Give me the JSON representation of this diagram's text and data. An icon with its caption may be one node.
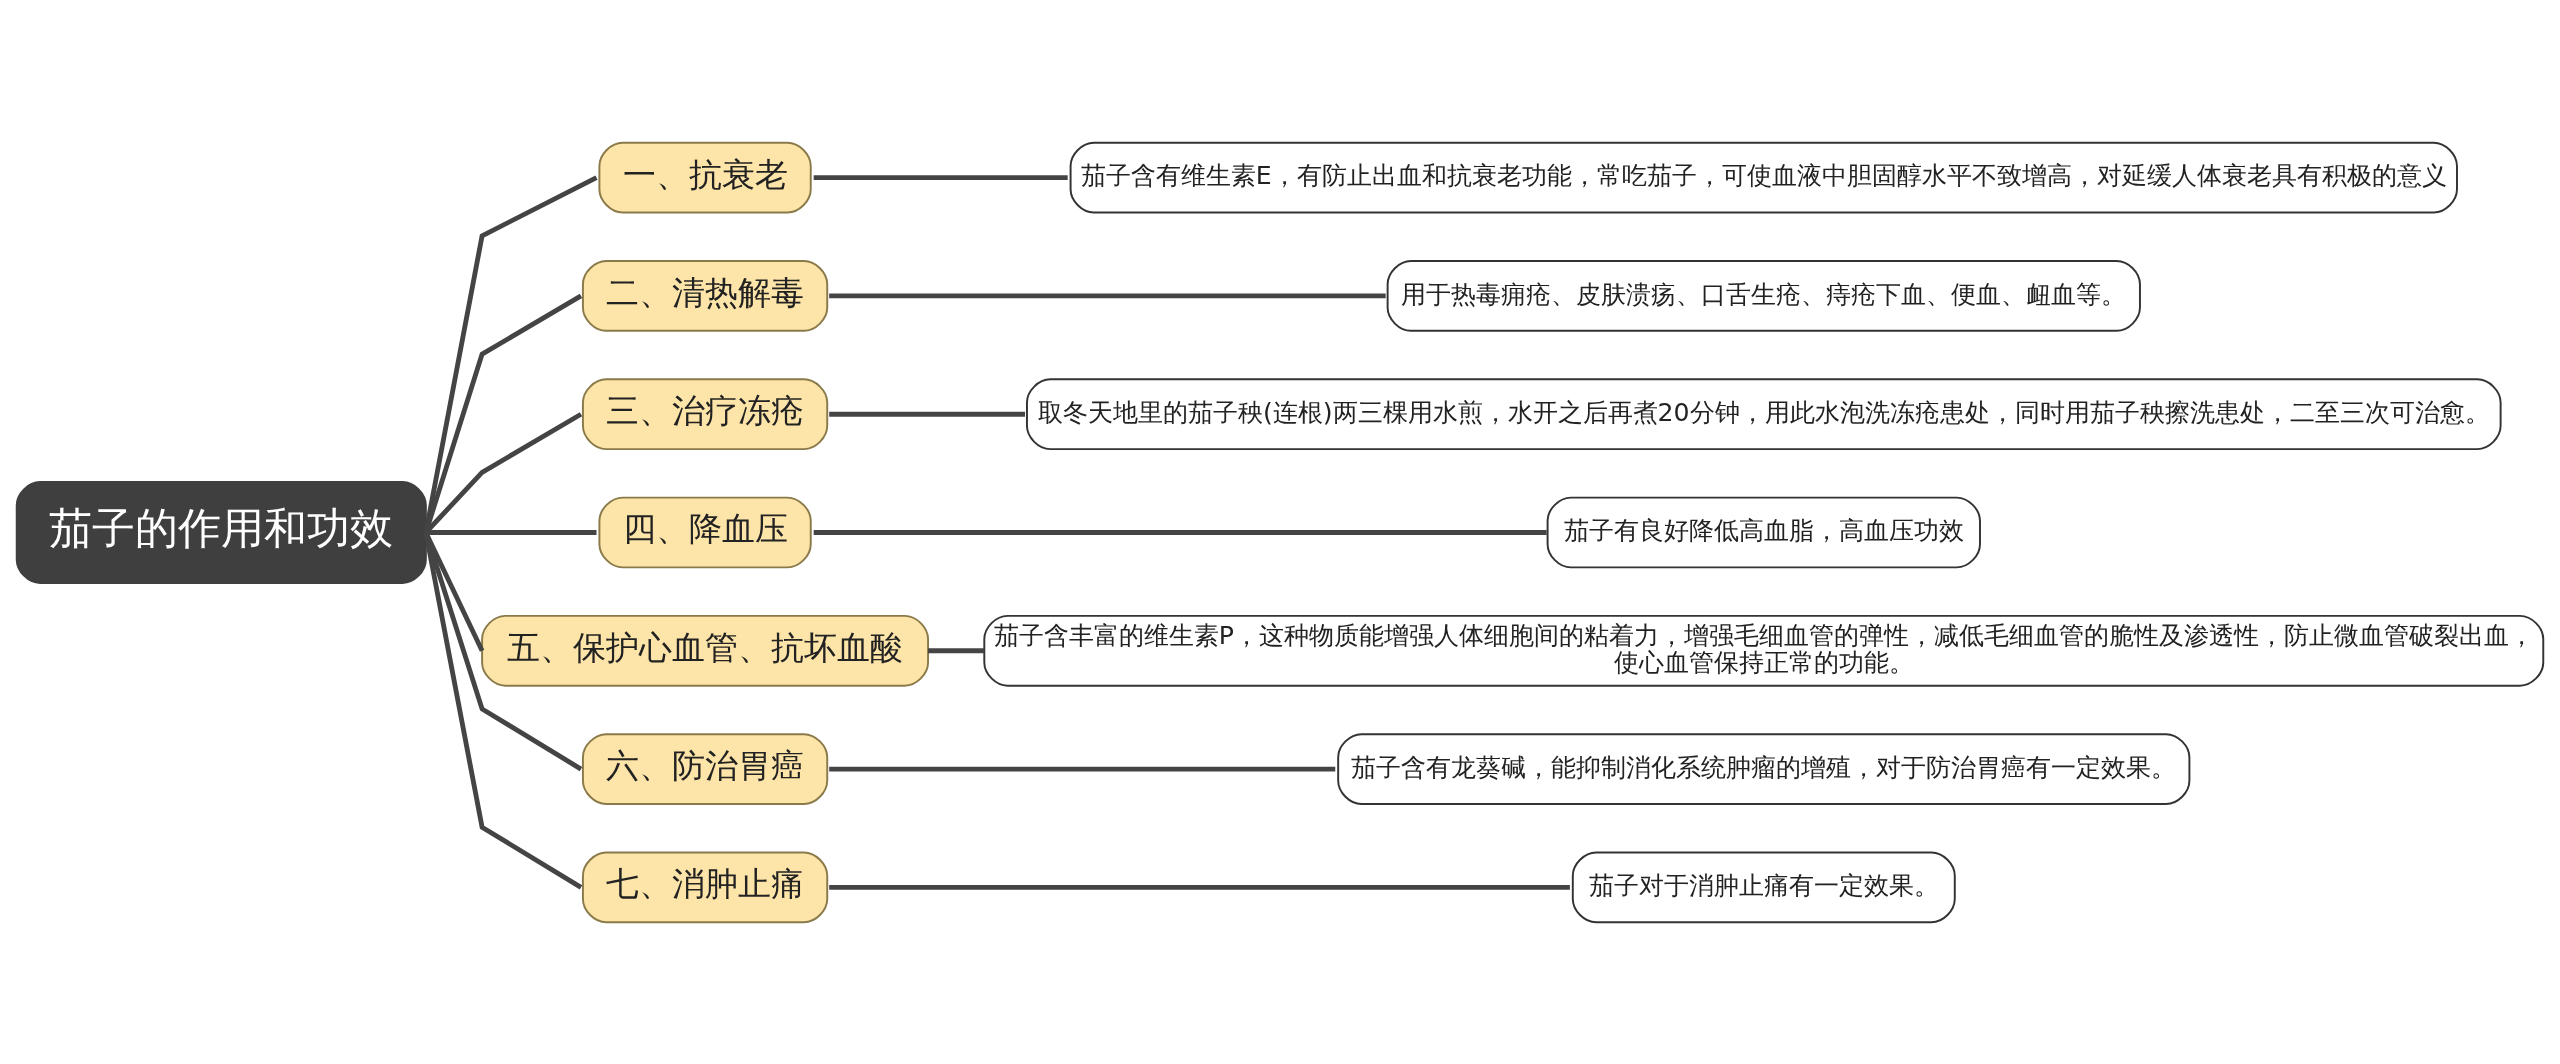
{
  "diagram": {
    "nodes": [
      {
        "text": [
          "茄子的作用和功效"
        ]
      },
      {
        "text": [
          "一、抗衰老"
        ]
      },
      {
        "text": [
          "茄子含有维生素E，有防止出血和抗衰老功能，常吃茄子，可使血液中胆固醇水平不致增高，对延缓人体衰老具有积极的意义"
        ]
      },
      {
        "text": [
          "二、清热解毒"
        ]
      },
      {
        "text": [
          "用于热毒痈疮、皮肤溃疡、口舌生疮、痔疮下血、便血、衄血等。"
        ]
      },
      {
        "text": [
          "三、治疗冻疮"
        ]
      },
      {
        "text": [
          "取冬天地里的茄子秧(连根)两三棵用水煎，水开之后再煮20分钟，用此水泡洗冻疮患处，同时用茄子秧擦洗患处，二至三次可治愈。"
        ]
      },
      {
        "text": [
          "四、降血压"
        ]
      },
      {
        "text": [
          "茄子有良好降低高血脂，高血压功效"
        ]
      },
      {
        "text": [
          "五、保护心血管、抗坏血酸"
        ]
      },
      {
        "text": [
          "茄子含丰富的维生素P，这种物质能增强人体细胞间的粘着力，增强毛细血管的弹性，减低毛细血管的脆性及渗透性，防止微血管破裂出血，使心血管保持正常的功能。"
        ]
      },
      {
        "text": [
          "六、防治胃癌"
        ]
      },
      {
        "text": [
          "茄子含有龙葵碱，能抑制消化系统肿瘤的增殖，对于防治胃癌有一定效果。"
        ]
      },
      {
        "text": [
          "七、消肿止痛"
        ]
      },
      {
        "text": [
          "茄子对于消肿止痛有一定效果。"
        ]
      }
    ],
    "edges": [
      {
        "from": 0,
        "to": 1,
        "arrow": "none"
      },
      {
        "from": 1,
        "to": 2,
        "arrow": "none"
      },
      {
        "from": 0,
        "to": 3,
        "arrow": "none"
      },
      {
        "from": 3,
        "to": 4,
        "arrow": "none"
      },
      {
        "from": 0,
        "to": 5,
        "arrow": "none"
      },
      {
        "from": 5,
        "to": 6,
        "arrow": "none"
      },
      {
        "from": 0,
        "to": 7,
        "arrow": "none"
      },
      {
        "from": 7,
        "to": 8,
        "arrow": "none"
      },
      {
        "from": 0,
        "to": 9,
        "arrow": "none"
      },
      {
        "from": 9,
        "to": 10,
        "arrow": "none"
      },
      {
        "from": 0,
        "to": 11,
        "arrow": "none"
      },
      {
        "from": 11,
        "to": 12,
        "arrow": "none"
      },
      {
        "from": 0,
        "to": 13,
        "arrow": "none"
      },
      {
        "from": 13,
        "to": 14,
        "arrow": "none"
      }
    ]
  }
}
